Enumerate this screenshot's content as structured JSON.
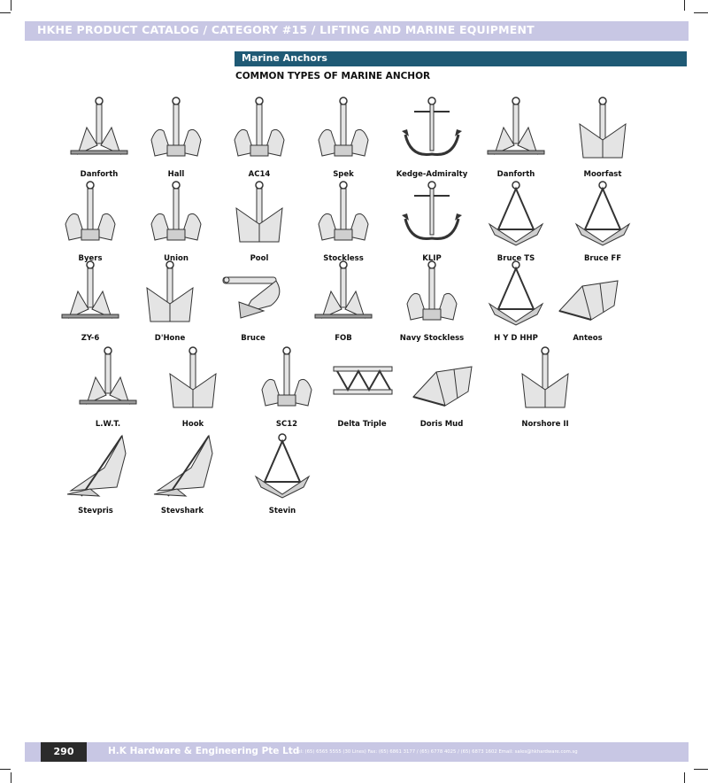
{
  "header": {
    "title": "HKHE PRODUCT CATALOG / CATEGORY #15 / LIFTING AND MARINE EQUIPMENT"
  },
  "section": {
    "title": "Marine Anchors",
    "subheading": "COMMON TYPES OF MARINE ANCHOR"
  },
  "anchors": [
    {
      "label": "Danforth",
      "style": "fluke"
    },
    {
      "label": "Hall",
      "style": "hall"
    },
    {
      "label": "AC14",
      "style": "hall"
    },
    {
      "label": "Spek",
      "style": "hall"
    },
    {
      "label": "Kedge-Admiralty",
      "style": "admiralty"
    },
    {
      "label": "Danforth",
      "style": "fluke"
    },
    {
      "label": "Moorfast",
      "style": "block"
    },
    {
      "label": "Byers",
      "style": "hall"
    },
    {
      "label": "Union",
      "style": "hall"
    },
    {
      "label": "Pool",
      "style": "block"
    },
    {
      "label": "Stockless",
      "style": "hall"
    },
    {
      "label": "KLIP",
      "style": "admiralty"
    },
    {
      "label": "Bruce TS",
      "style": "bruce"
    },
    {
      "label": "Bruce FF",
      "style": "bruce"
    },
    {
      "label": "ZY-6",
      "style": "fluke"
    },
    {
      "label": "D'Hone",
      "style": "block"
    },
    {
      "label": "Bruce",
      "style": "claw"
    },
    {
      "label": "FOB",
      "style": "fluke"
    },
    {
      "label": "Navy Stockless",
      "style": "hall"
    },
    {
      "label": "H Y D HHP",
      "style": "bruce"
    },
    {
      "label": "Anteos",
      "style": "wedge"
    },
    {
      "label": "L.W.T.",
      "style": "fluke"
    },
    {
      "label": "Hook",
      "style": "block"
    },
    {
      "label": "SC12",
      "style": "hall"
    },
    {
      "label": "Delta Triple",
      "style": "truss"
    },
    {
      "label": "Doris Mud",
      "style": "wedge"
    },
    {
      "label": "Norshore II",
      "style": "block"
    },
    {
      "label": "Stevpris",
      "style": "stev"
    },
    {
      "label": "Stevshark",
      "style": "stev"
    },
    {
      "label": "Stevin",
      "style": "bruce"
    }
  ],
  "footer": {
    "page": "290",
    "company": "H.K Hardware & Engineering Pte Ltd",
    "contact": "Tel: (65) 6565 5555 (30 Lines)  Fax: (65) 6861 3177 / (65) 6778 4025 / (65) 6873 1602  Email: sales@hkhardware.com.sg"
  }
}
